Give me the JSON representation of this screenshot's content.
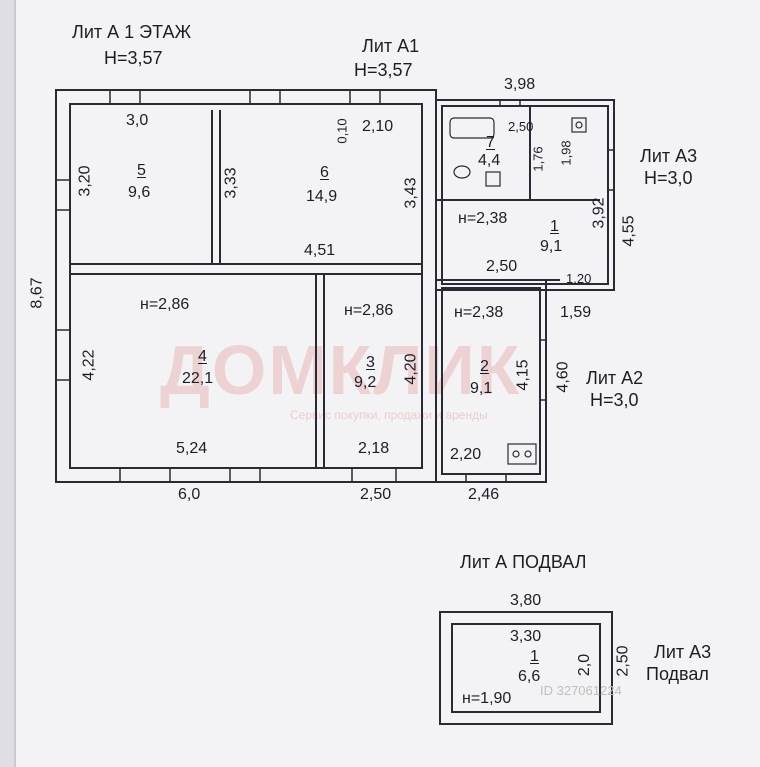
{
  "titles": {
    "lit_a_floor": "Лит А 1 ЭТАЖ",
    "lit_a_height": "Н=3,57",
    "lit_a1": "Лит А1",
    "lit_a1_height": "Н=3,57",
    "lit_a3": "Лит А3",
    "lit_a3_height": "Н=3,0",
    "lit_a2": "Лит А2",
    "lit_a2_height": "Н=3,0",
    "basement": "Лит А ПОДВАЛ",
    "lit_a3_basement": "Лит А3",
    "lit_a3_basement_sub": "Подвал"
  },
  "rooms": [
    {
      "id": "5",
      "area": "9,6"
    },
    {
      "id": "6",
      "area": "14,9"
    },
    {
      "id": "7",
      "area": "4,4"
    },
    {
      "id": "1",
      "area": "9,1"
    },
    {
      "id": "4",
      "area": "22,1"
    },
    {
      "id": "3",
      "area": "9,2"
    },
    {
      "id": "2",
      "area": "9,1"
    },
    {
      "id": "1",
      "area": "6,6"
    }
  ],
  "heights": {
    "room1": "н=2,38",
    "room4": "н=2,86",
    "room3": "н=2,86",
    "room2": "н=2,38",
    "basement": "н=1,90"
  },
  "dims": {
    "overall_left": "8,67",
    "r5_top": "3,0",
    "r5_left": "3,20",
    "r5_right": "3,33",
    "r6_top_small": "0,10",
    "r6_top": "2,10",
    "r6_right": "3,43",
    "r6_bottom": "4,51",
    "a3_top": "3,98",
    "r7_top": "2,50",
    "r7_a": "1,76",
    "r7_b": "1,98",
    "r1_right": "3,92",
    "a3_right": "4,55",
    "r1_bottom": "2,50",
    "step_a": "1,20",
    "step_b": "1,59",
    "r4_left": "4,22",
    "r4_bottom": "5,24",
    "overall_bottom_left": "6,0",
    "r3_right": "4,20",
    "r3_bottom": "2,18",
    "bottom_mid": "2,50",
    "r2_right": "4,15",
    "a2_right": "4,60",
    "r2_bottom": "2,20",
    "bottom_right": "2,46",
    "base_outer_top": "3,80",
    "base_inner_top": "3,30",
    "base_inner_right": "2,0",
    "base_outer_right": "2,50"
  },
  "watermark": {
    "logo": "ДОМКЛИК",
    "sub": "Сервис покупки, продажи и аренды",
    "id_text": "ID 327061224"
  },
  "colors": {
    "line": "#2a2a35",
    "watermark": "#e3a3a3"
  }
}
